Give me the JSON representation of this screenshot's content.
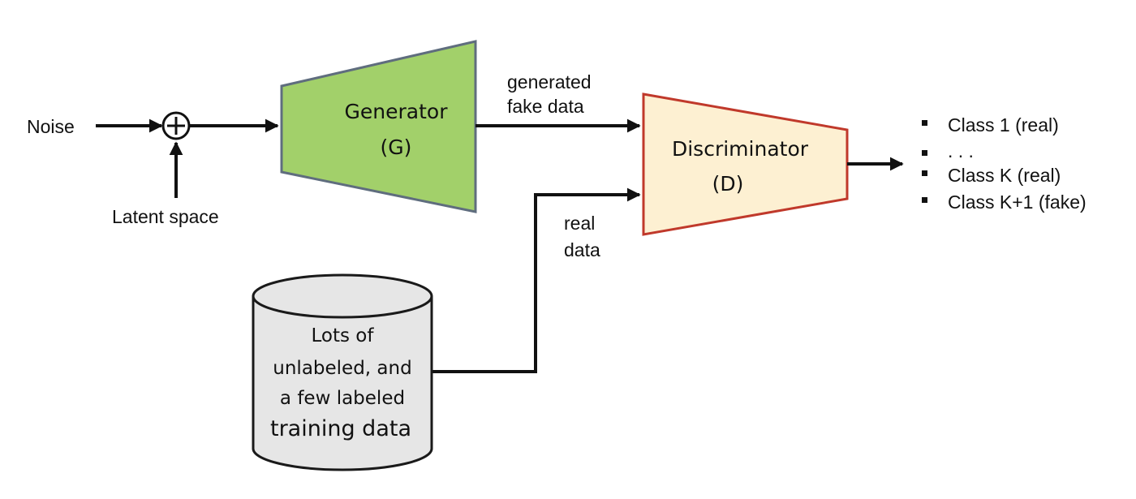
{
  "diagram": {
    "noise_label": "Noise",
    "latent_label": "Latent space",
    "generator": {
      "title": "Generator",
      "symbol": "(G)",
      "fill": "#a2d06a",
      "stroke": "#5f6d7e"
    },
    "discriminator": {
      "title": "Discriminator",
      "symbol": "(D)",
      "fill": "#fdf0d2",
      "stroke": "#c0392b"
    },
    "fake_data_label": [
      "generated",
      "fake data"
    ],
    "real_data_label": [
      "real",
      "data"
    ],
    "database": {
      "lines": [
        "Lots of",
        "unlabeled, and",
        "a few labeled",
        "training data"
      ],
      "fill": "#e6e6e6",
      "stroke": "#1a1a1a"
    },
    "outputs": [
      "Class 1 (real)",
      ". . .",
      "Class K (real)",
      "Class K+1 (fake)"
    ]
  }
}
